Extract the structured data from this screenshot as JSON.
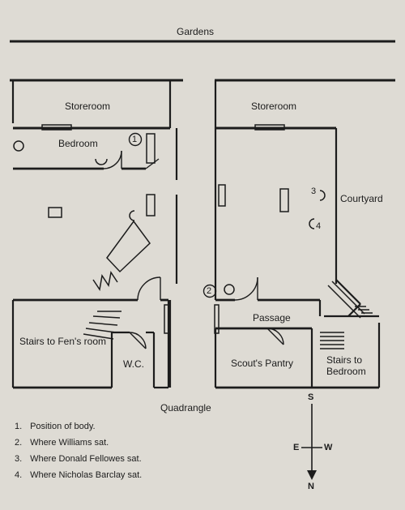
{
  "labels": {
    "gardens": "Gardens",
    "storeroom_left": "Storeroom",
    "storeroom_right": "Storeroom",
    "bedroom": "Bedroom",
    "courtyard": "Courtyard",
    "passage": "Passage",
    "stairs_fens": "Stairs to Fen's room",
    "wc": "W.C.",
    "scouts_pantry": "Scout's Pantry",
    "stairs_bedroom_1": "Stairs to",
    "stairs_bedroom_2": "Bedroom",
    "quadrangle": "Quadrangle"
  },
  "markers": {
    "one": "1",
    "two": "2",
    "three": "3",
    "four": "4"
  },
  "compass": {
    "north": "N",
    "south": "S",
    "east": "E",
    "west": "W"
  },
  "legend": [
    {
      "num": "1.",
      "text": "Position of body."
    },
    {
      "num": "2.",
      "text": "Where Williams sat."
    },
    {
      "num": "3.",
      "text": "Where Donald Fellowes sat."
    },
    {
      "num": "4.",
      "text": "Where Nicholas Barclay sat."
    }
  ],
  "colors": {
    "ink": "#1c1c1c",
    "paper": "#dedbd4",
    "show_through": "#9b9892"
  }
}
